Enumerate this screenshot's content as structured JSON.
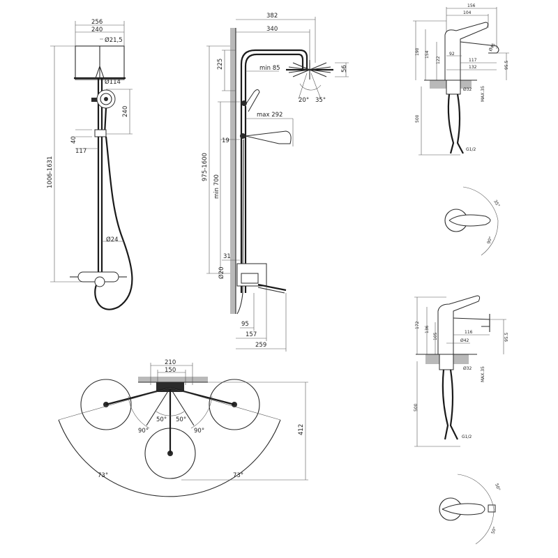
{
  "dims": {
    "a_256": "256",
    "a_240": "240",
    "a_d21": "Ø21,5",
    "a_d114": "Ø114",
    "a_240v": "240",
    "a_40": "40",
    "a_117": "117",
    "a_1006": "1006-1631",
    "a_d24": "Ø24",
    "b_382": "382",
    "b_340": "340",
    "b_225": "225",
    "b_min85": "min 85",
    "b_56": "56",
    "b_20": "20°",
    "b_35": "35°",
    "b_max292": "max 292",
    "b_19": "19",
    "b_975": "975-1600",
    "b_min700": "min 700",
    "b_31": "31",
    "b_d20": "Ø20",
    "b_95": "95",
    "b_157": "157",
    "b_259": "259",
    "c_210": "210",
    "c_150": "150",
    "c_50a": "50°",
    "c_50b": "50°",
    "c_90a": "90°",
    "c_90b": "90°",
    "c_73a": "73°",
    "c_73b": "73°",
    "c_412": "412",
    "d_156": "156",
    "d_104": "104",
    "d_190": "190",
    "d_154": "154",
    "d_122": "122",
    "d_92": "92",
    "d_117": "117",
    "d_132": "132",
    "d_d45": "Ø45",
    "d_955": "95.5",
    "d_d32": "Ø32",
    "d_max35": "MAX.35",
    "d_500": "500",
    "d_g12": "G1/2",
    "d_35deg": "35°",
    "d_90deg": "90°",
    "e_172": "172",
    "e_136": "136",
    "e_105": "105",
    "e_116": "116",
    "e_d42": "Ø42",
    "e_955": "95.5",
    "e_d32": "Ø32",
    "e_max35": "MAX.35",
    "e_500": "500",
    "e_g12": "G1/2",
    "e_50a": "50°",
    "e_50b": "50°"
  }
}
